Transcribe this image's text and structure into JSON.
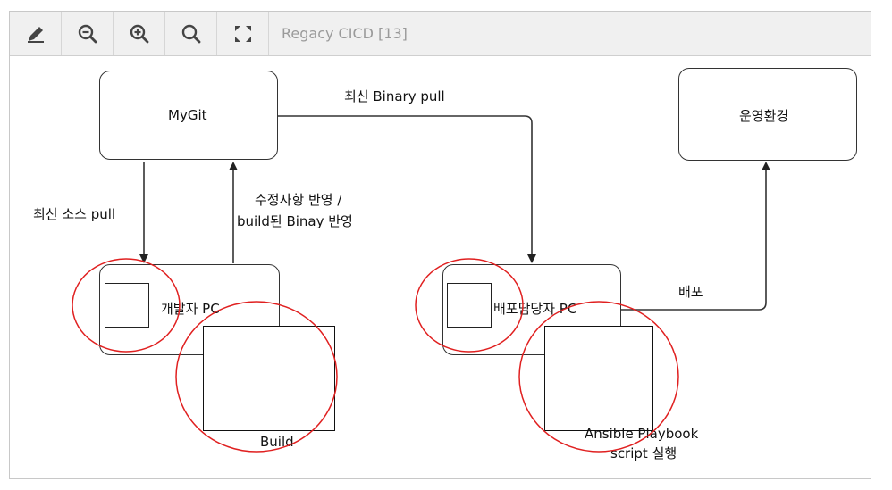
{
  "toolbar": {
    "title": "Regacy CICD [13]",
    "buttons": [
      {
        "icon": "pencil-icon"
      },
      {
        "icon": "zoom-out-icon"
      },
      {
        "icon": "zoom-in-icon"
      },
      {
        "icon": "search-icon"
      },
      {
        "icon": "fullscreen-icon"
      }
    ]
  },
  "diagram": {
    "nodes": {
      "mygit": "MyGit",
      "production": "운영환경",
      "dev_pc": "개발자 PC",
      "deploy_pc": "배포담당자 PC"
    },
    "boxes": {
      "build": "Build",
      "ansible_line1": "Ansible Playbook",
      "ansible_line2": "script 실행"
    },
    "edges": {
      "source_pull": "최신 소스 pull",
      "apply_line1": "수정사항 반영 /",
      "apply_line2": "build된 Binay 반영",
      "binary_pull": "최신 Binary pull",
      "deploy": "배포"
    }
  },
  "colors": {
    "annotation_circle": "#e02020",
    "line": "#333333",
    "toolbar_bg": "#f0f0f0"
  }
}
